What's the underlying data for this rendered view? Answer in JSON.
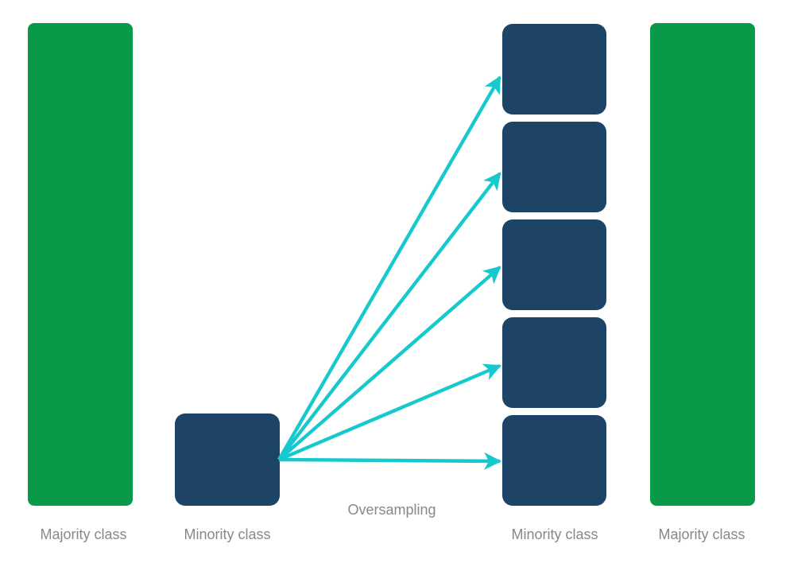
{
  "diagram": {
    "type": "class-imbalance-oversampling-illustration",
    "background": "#ffffff",
    "colors": {
      "majority": "#099a49",
      "minority": "#1d4466",
      "arrow": "#17c9cd",
      "label": "#85898d"
    },
    "left_majority_bar": {
      "label": "Majority class"
    },
    "left_minority_block": {
      "label": "Minority class"
    },
    "process": {
      "label": "Oversampling",
      "arrow_count": 5
    },
    "right_minority_stack": {
      "label": "Minority class",
      "copies": 5
    },
    "right_majority_bar": {
      "label": "Majority class"
    }
  }
}
